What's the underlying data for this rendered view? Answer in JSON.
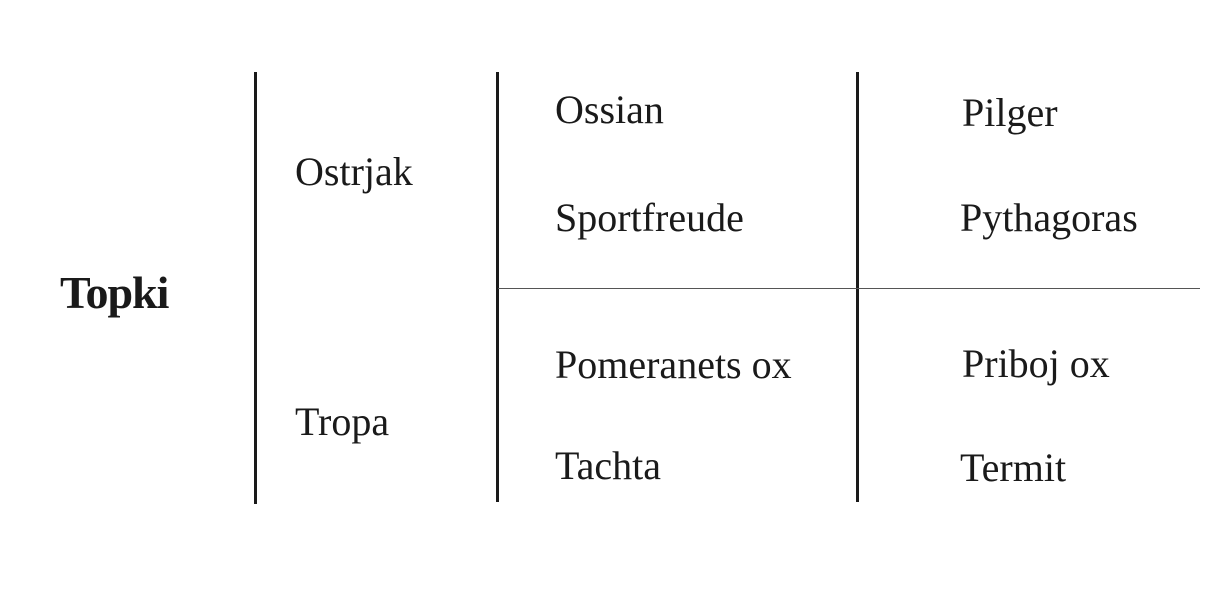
{
  "root": {
    "label": "Topki"
  },
  "groups": [
    {
      "label": "Ostrjak",
      "left": [
        "Ossian",
        "Sportfreude"
      ],
      "right": [
        "Pilger",
        "Pythagoras"
      ]
    },
    {
      "label": "Tropa",
      "left": [
        "Pomeranets ox",
        "Tachta"
      ],
      "right": [
        "Priboj ox",
        "Termit"
      ]
    }
  ]
}
